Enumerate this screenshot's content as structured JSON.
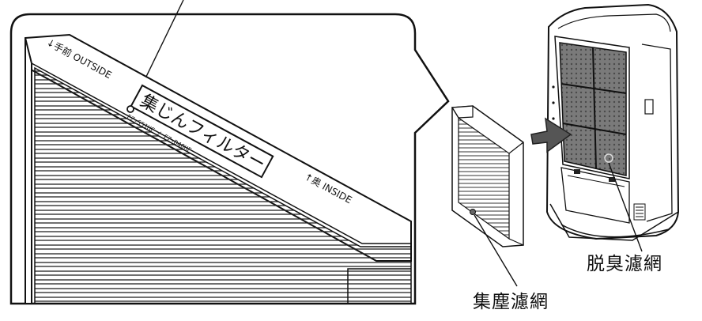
{
  "diagram": {
    "callout": {
      "text_outside": "↓手前 OUTSIDE",
      "text_inside": "↑奥 INSIDE",
      "filter_name_label": "集じんフィルター",
      "model_code": "FZ-S51HF / FZ-D40HF"
    },
    "labels": {
      "deodorizing_filter": "脱臭濾網",
      "dust_filter": "集塵濾網"
    }
  }
}
